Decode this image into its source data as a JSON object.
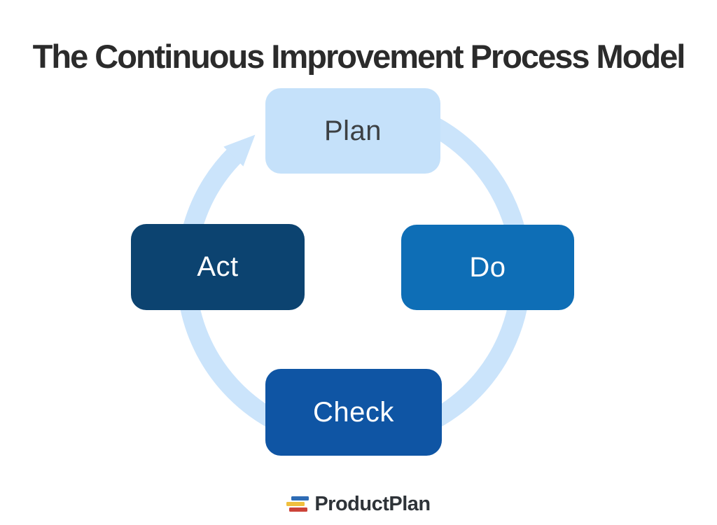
{
  "title": "The Continuous Improvement Process Model",
  "diagram": {
    "type": "cycle",
    "direction": "clockwise",
    "ring_color": "#cbe4fb",
    "stages": [
      {
        "id": "plan",
        "label": "Plan",
        "position": "top",
        "fill": "#c5e1fa",
        "text_color": "#3c4043"
      },
      {
        "id": "do",
        "label": "Do",
        "position": "right",
        "fill": "#0e6eb6",
        "text_color": "#ffffff"
      },
      {
        "id": "check",
        "label": "Check",
        "position": "bottom",
        "fill": "#0f55a4",
        "text_color": "#ffffff"
      },
      {
        "id": "act",
        "label": "Act",
        "position": "left",
        "fill": "#0c4370",
        "text_color": "#ffffff"
      }
    ]
  },
  "footer": {
    "brand": "ProductPlan",
    "logo_bar_colors": {
      "top": "#2e6cb5",
      "middle": "#f0bf3e",
      "bottom": "#cc4339"
    }
  }
}
